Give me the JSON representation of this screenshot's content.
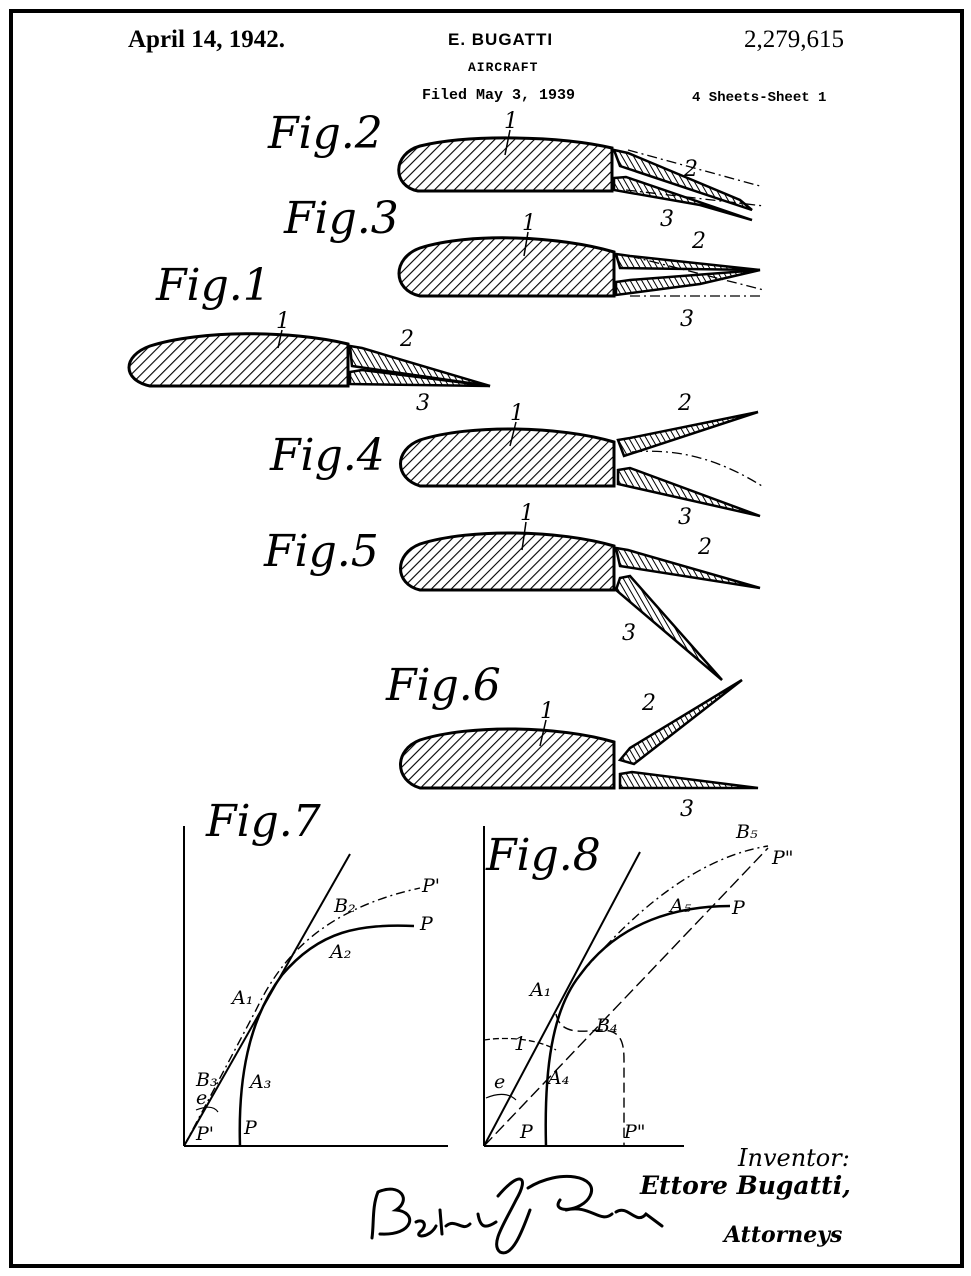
{
  "header": {
    "date": "April 14, 1942.",
    "inventor_name": "E. BUGATTI",
    "patent_number": "2,279,615",
    "title": "AIRCRAFT",
    "filed": "Filed May 3, 1939",
    "sheets": "4 Sheets-Sheet 1"
  },
  "figures": {
    "fig1": "Fig.1",
    "fig2": "Fig.2",
    "fig3": "Fig.3",
    "fig4": "Fig.4",
    "fig5": "Fig.5",
    "fig6": "Fig.6",
    "fig7": "Fig.7",
    "fig8": "Fig.8"
  },
  "ref_numerals": {
    "wing": "1",
    "upper_flap": "2",
    "lower_flap": "3"
  },
  "fig7_labels": {
    "b2": "B₂",
    "p_prime": "P'",
    "p": "P",
    "a2": "A₂",
    "a1": "A₁",
    "b3": "B₃",
    "a3": "A₃",
    "e": "e",
    "p_prime_bottom": "P'",
    "p_bottom": "P"
  },
  "fig8_labels": {
    "b5": "B₅",
    "p_dbl": "P\"",
    "a5": "A₅",
    "p": "P",
    "a1": "A₁",
    "b4": "B₄",
    "a4": "A₄",
    "one": "1",
    "e": "e",
    "p_bottom": "P",
    "p_dbl_bottom": "P\""
  },
  "footer": {
    "inventor_label": "Inventor:",
    "inventor": "Ettore Bugatti,",
    "attorneys_label": "Attorneys",
    "signature": "Bailey & Larson"
  }
}
